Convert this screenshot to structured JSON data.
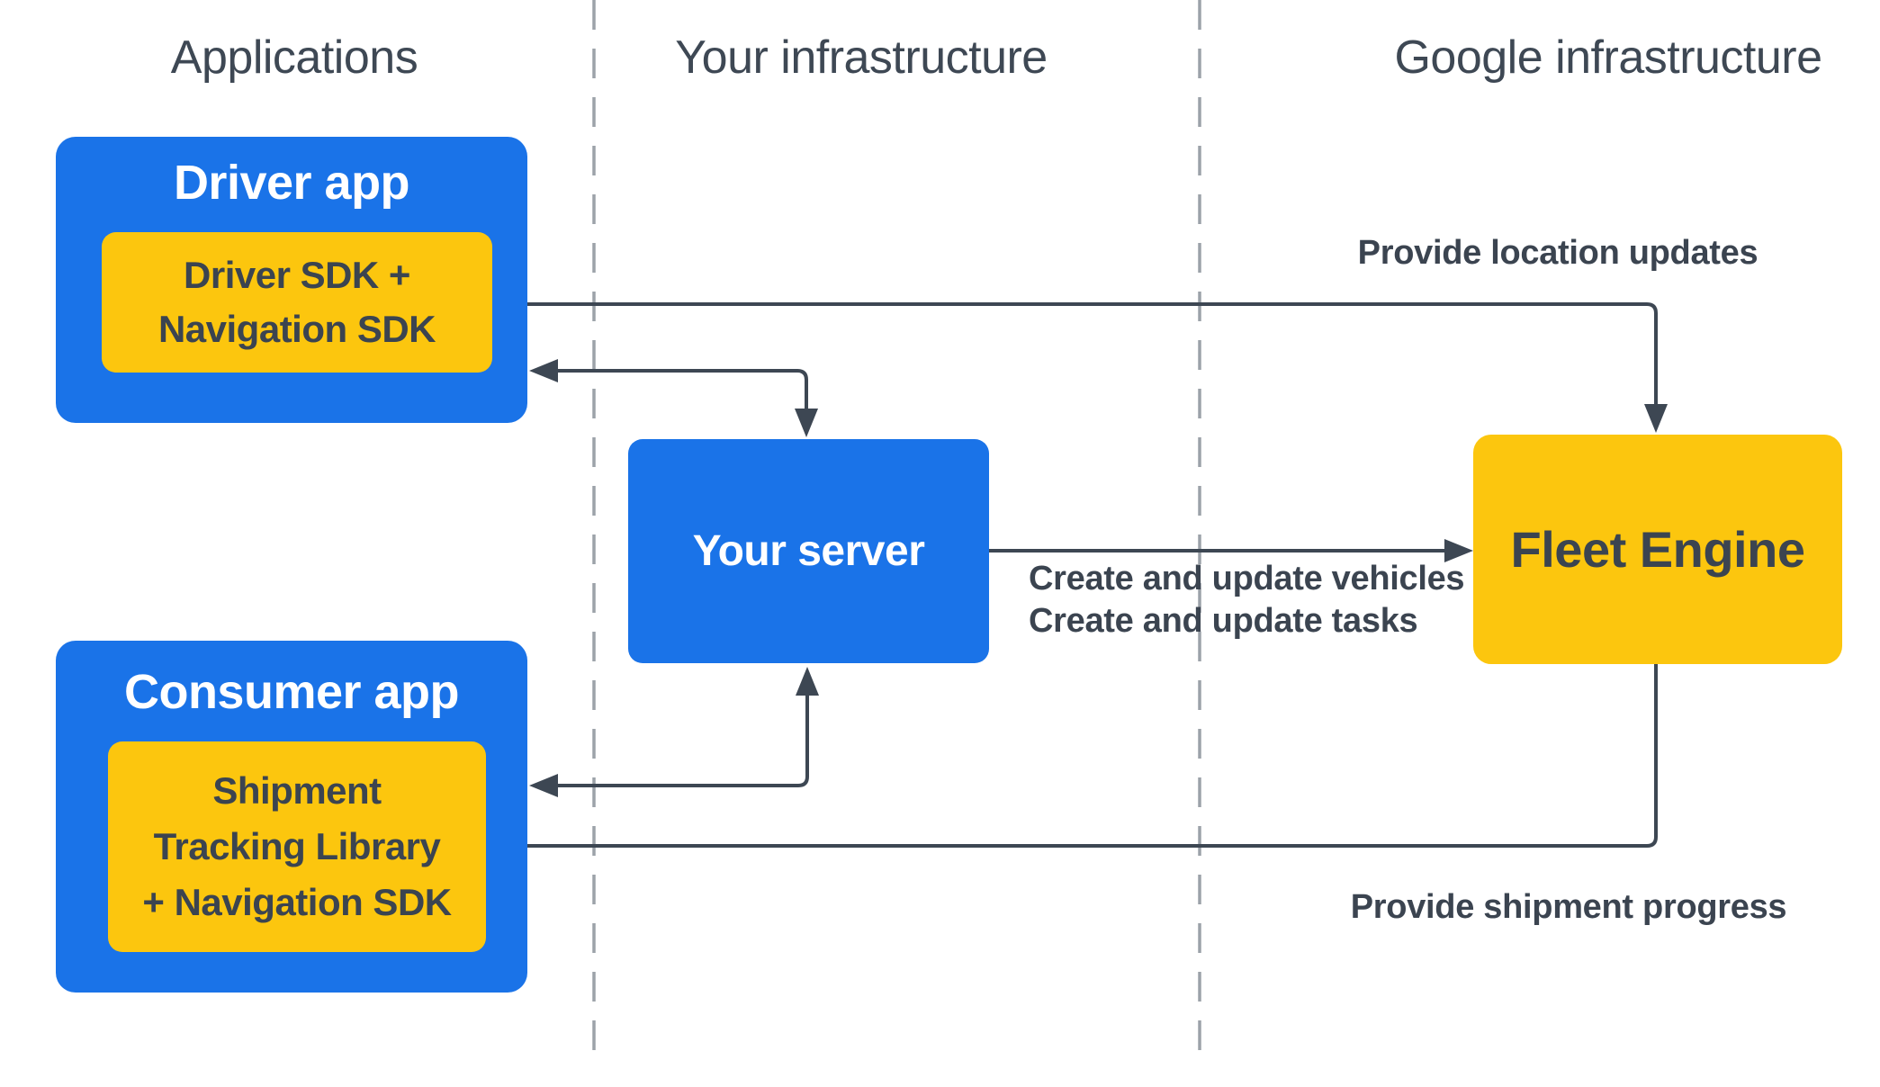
{
  "columns": [
    {
      "label": "Applications"
    },
    {
      "label": "Your infrastructure"
    },
    {
      "label": "Google infrastructure"
    }
  ],
  "nodes": {
    "driver_app": {
      "title": "Driver app"
    },
    "driver_sdk": {
      "lines": [
        "Driver SDK +",
        "Navigation SDK"
      ]
    },
    "consumer_app": {
      "title": "Consumer app"
    },
    "shipment_library": {
      "lines": [
        "Shipment",
        "Tracking Library",
        "+ Navigation SDK"
      ]
    },
    "your_server": {
      "title": "Your server"
    },
    "fleet_engine": {
      "title": "Fleet Engine"
    }
  },
  "arrows": [
    {
      "id": "location-updates",
      "from": "driver_sdk",
      "to": "fleet_engine",
      "bidirectional": true,
      "label": "Provide location updates"
    },
    {
      "id": "driver-app-server",
      "from": "driver_app",
      "to": "your_server",
      "bidirectional": true,
      "label": ""
    },
    {
      "id": "consumer-app-server",
      "from": "consumer_app",
      "to": "your_server",
      "bidirectional": true,
      "label": ""
    },
    {
      "id": "server-fleet",
      "from": "your_server",
      "to": "fleet_engine",
      "bidirectional": false,
      "labels": [
        "Create and update vehicles",
        "Create and update tasks"
      ]
    },
    {
      "id": "shipment-progress",
      "from": "fleet_engine",
      "to": "shipment_library",
      "bidirectional": false,
      "label": "Provide shipment progress"
    }
  ],
  "colors": {
    "node_blue": "#1a73e8",
    "node_yellow": "#fcc60e",
    "ink_text": "#3b4450",
    "header_text": "#3e4854",
    "arrow": "#3d4753",
    "lane_divider": "#9ca2a9",
    "title_on_blue": "#ffffff"
  }
}
